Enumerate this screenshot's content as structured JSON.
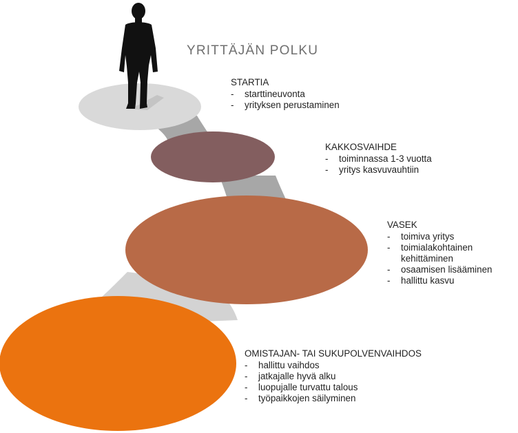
{
  "title": "YRITTÄJÄN POLKU",
  "colors": {
    "path": "#d3d3d3",
    "path_dark": "#a7a7a7",
    "stage1": "#d9d9d9",
    "stage2": "#835e5f",
    "stage3": "#b86a47",
    "stage4": "#eb730f",
    "figure": "#111111",
    "text": "#222222",
    "title_text": "#6f6f6f"
  },
  "stages": [
    {
      "heading": "STARTIA",
      "items": [
        "starttineuvonta",
        "yrityksen perustaminen"
      ]
    },
    {
      "heading": "KAKKOSVAIHDE",
      "items": [
        "toiminnassa 1-3 vuotta",
        "yritys kasvuvauhtiin"
      ]
    },
    {
      "heading": "VASEK",
      "items": [
        "toimiva yritys",
        "toimialakohtainen",
        "kehittäminen",
        "osaamisen lisääminen",
        "hallittu kasvu"
      ]
    },
    {
      "heading": "OMISTAJAN- TAI SUKUPOLVENVAIHDOS",
      "items": [
        "hallittu vaihdos",
        "jatkajalle hyvä alku",
        "luopujalle turvattu talous",
        "työpaikkojen säilyminen"
      ]
    }
  ],
  "bullet": "-"
}
